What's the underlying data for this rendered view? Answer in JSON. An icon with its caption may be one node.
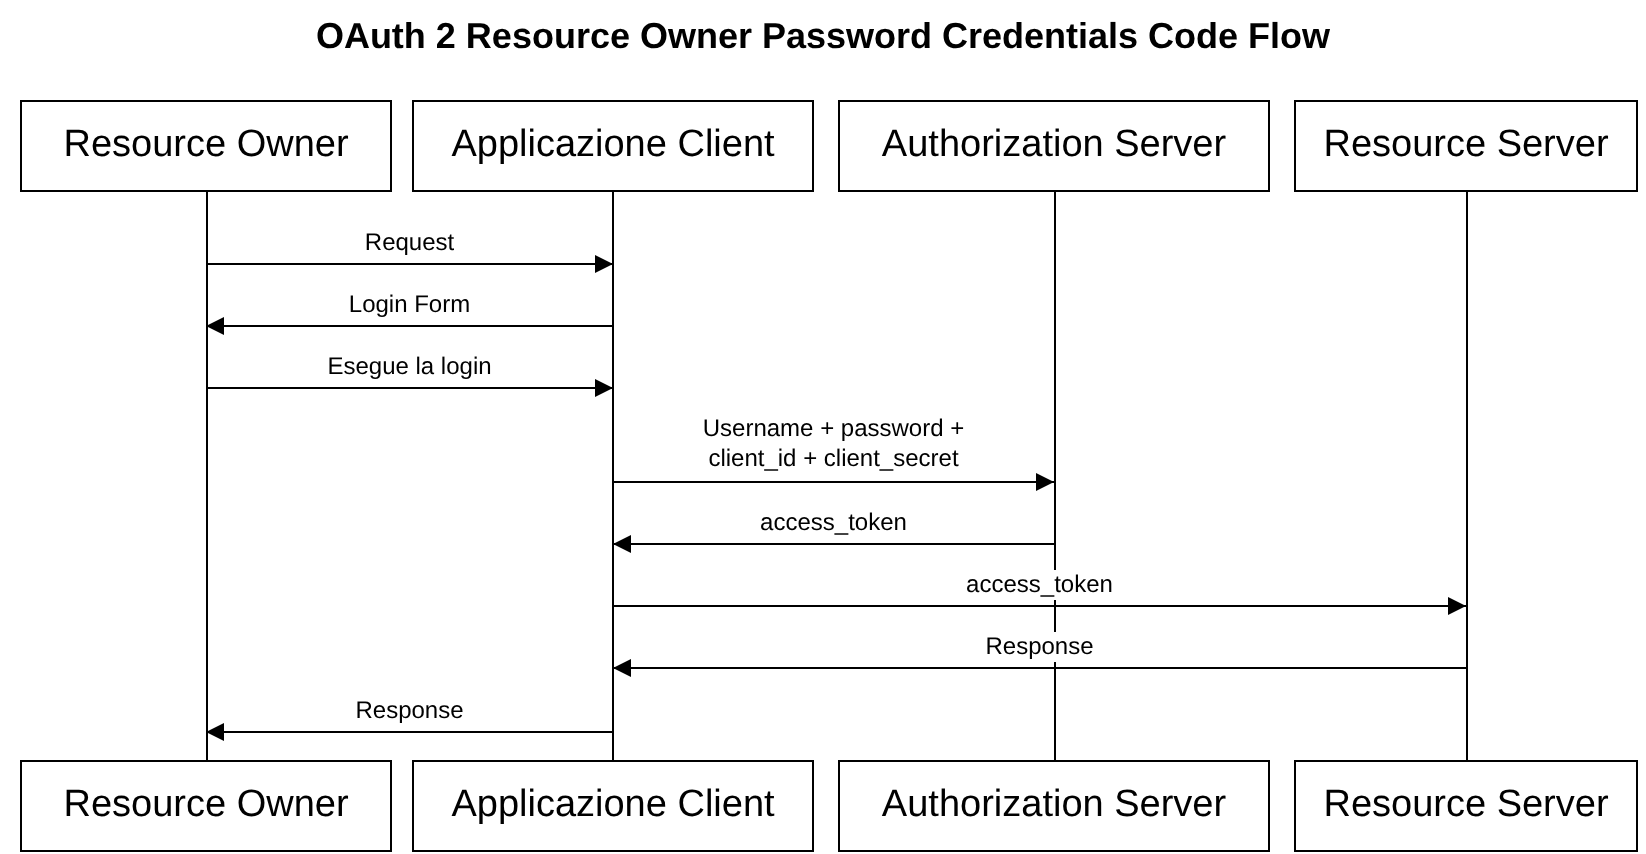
{
  "diagram": {
    "title": "OAuth 2 Resource Owner Password Credentials Code Flow",
    "nodes": [
      {
        "text": [
          "Resource Owner"
        ]
      },
      {
        "text": [
          "Applicazione Client"
        ]
      },
      {
        "text": [
          "Authorization Server"
        ]
      },
      {
        "text": [
          "Resource Server"
        ]
      },
      {
        "text": [],
        "shape": "bar"
      },
      {
        "text": [],
        "shape": "bar"
      },
      {
        "text": [],
        "shape": "bar"
      },
      {
        "text": [],
        "shape": "bar"
      },
      {
        "text": [
          "Resource Owner"
        ]
      },
      {
        "text": [
          "Applicazione Client"
        ]
      },
      {
        "text": [
          "Authorization Server"
        ]
      },
      {
        "text": [
          "Resource Server"
        ]
      }
    ],
    "edges": [
      {
        "from": 4,
        "to": 5,
        "arrow": "to",
        "label": "Request"
      },
      {
        "from": 5,
        "to": 4,
        "arrow": "to",
        "label": "Login Form"
      },
      {
        "from": 4,
        "to": 5,
        "arrow": "to",
        "label": "Esegue la login"
      },
      {
        "from": 5,
        "to": 6,
        "arrow": "to",
        "label": "Username + password + client_id + client_secret"
      },
      {
        "from": 6,
        "to": 5,
        "arrow": "to",
        "label": "access_token"
      },
      {
        "from": 5,
        "to": 7,
        "arrow": "to",
        "label": "access_token"
      },
      {
        "from": 7,
        "to": 5,
        "arrow": "to",
        "label": "Response"
      },
      {
        "from": 5,
        "to": 4,
        "arrow": "to",
        "label": "Response"
      }
    ]
  }
}
